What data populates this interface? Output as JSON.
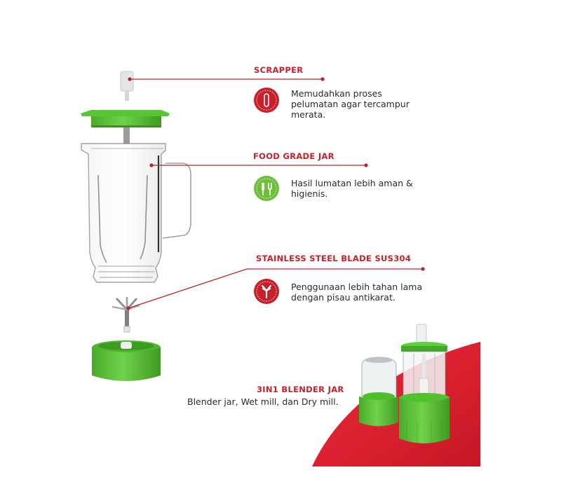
{
  "infographic": {
    "colors": {
      "accent_red": "#c8202b",
      "leader_line": "#b8242e",
      "body_green": "#5cc23a",
      "badge_green": "#6cbf3a",
      "text_dark": "#2b2b2b",
      "background": "#ffffff"
    },
    "features": [
      {
        "title": "SCRAPPER",
        "description": "Memudahkan proses pelumatan agar tercampur merata.",
        "icon": "scrapper-icon",
        "badge_color": "red"
      },
      {
        "title": "FOOD GRADE JAR",
        "description": "Hasil lumatan lebih aman & higienis.",
        "icon": "cutlery-icon",
        "badge_color": "green"
      },
      {
        "title": "STAINLESS STEEL BLADE SUS304",
        "description": "Penggunaan lebih tahan lama dengan pisau antikarat.",
        "icon": "blade-icon",
        "badge_color": "red"
      }
    ],
    "bottom_feature": {
      "title": "3IN1 BLENDER JAR",
      "description": "Blender jar, Wet mill, dan Dry mill."
    }
  }
}
